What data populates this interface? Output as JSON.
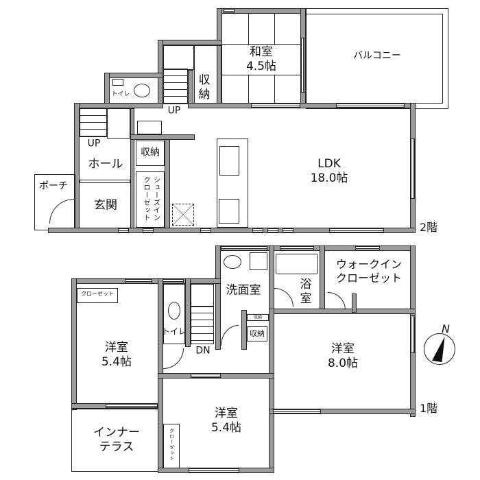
{
  "floor2": {
    "label": "2階",
    "rooms": {
      "washitsu": {
        "name": "和室",
        "size": "4.5帖"
      },
      "balcony": {
        "name": "バルコニー"
      },
      "ldk": {
        "name": "LDK",
        "size": "18.0帖"
      },
      "storage_top": {
        "name_1": "収",
        "name_2": "納"
      },
      "toilet": {
        "name": "トイレ"
      },
      "storage_mid": {
        "name": "収納"
      },
      "hall": {
        "name": "ホール"
      },
      "entrance": {
        "name": "玄関"
      },
      "porch": {
        "name": "ポーチ"
      },
      "shoes_closet": {
        "name_1": "シューズイン",
        "name_2": "クローゼット"
      }
    },
    "stairs": [
      {
        "label": "UP"
      },
      {
        "label": "UP"
      }
    ]
  },
  "floor1": {
    "label": "1階",
    "rooms": {
      "western_left": {
        "name": "洋室",
        "size": "5.4帖",
        "closet": "クローゼット"
      },
      "inner_terrace": {
        "name_1": "インナー",
        "name_2": "テラス"
      },
      "toilet": {
        "name": "トイレ"
      },
      "washroom": {
        "name": "洗面室"
      },
      "storage_small": {
        "name": "収納"
      },
      "storage": {
        "name": "収納"
      },
      "bath": {
        "name_1": "浴",
        "name_2": "室"
      },
      "walkin": {
        "name_1": "ウォークイン",
        "name_2": "クローゼット"
      },
      "western_right": {
        "name": "洋室",
        "size": "8.0帖"
      },
      "western_center": {
        "name": "洋室",
        "size": "5.4帖",
        "closet": "クローゼット"
      }
    },
    "stairs": {
      "label": "DN"
    }
  },
  "compass": {
    "label": "N"
  },
  "colors": {
    "wall": "#9b9b9b",
    "line": "#222222"
  }
}
